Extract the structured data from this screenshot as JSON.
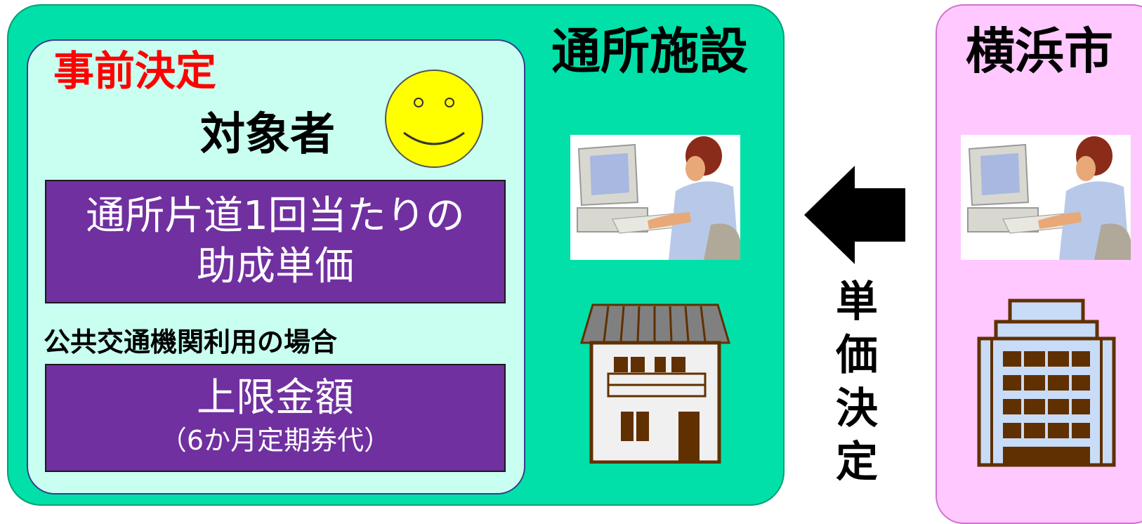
{
  "facility": {
    "title": "通所施設"
  },
  "city": {
    "title": "横浜市"
  },
  "prior_decision": {
    "label": "事前決定",
    "subject": "対象者",
    "unit_price_line1": "通所片道1回当たりの",
    "unit_price_line2": "助成単価",
    "public_transport_note": "公共交通機関利用の場合",
    "upper_limit": "上限金額",
    "upper_limit_note": "（6か月定期券代）"
  },
  "arrow": {
    "label": [
      "単",
      "価",
      "決",
      "定"
    ]
  },
  "colors": {
    "facility_bg": "#00e0a8",
    "inner_bg": "#c8fff0",
    "city_bg": "#ffc8ff",
    "purple_box": "#7030a0",
    "prior_label": "#ff0000",
    "smiley": "#ffff00"
  },
  "icons": [
    "smiley-face-icon",
    "computer-worker-icon",
    "small-building-icon",
    "office-tower-icon",
    "left-arrow-icon"
  ]
}
